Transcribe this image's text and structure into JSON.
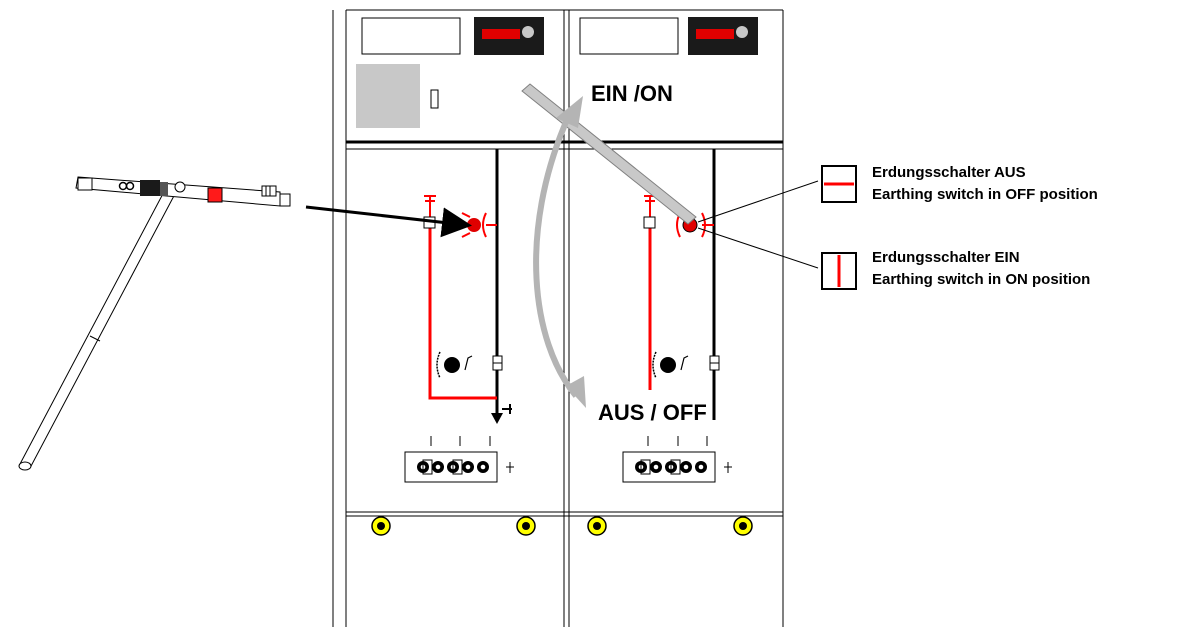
{
  "labels": {
    "on": "EIN /ON",
    "off": "AUS / OFF"
  },
  "legend": {
    "off_state": {
      "line1": "Erdungsschalter AUS",
      "line2": "Earthing switch in OFF position",
      "symbol_icon": "earthing-switch-off-icon"
    },
    "on_state": {
      "line1": "Erdungsschalter EIN",
      "line2": "Earthing switch in ON position",
      "symbol_icon": "earthing-switch-on-icon"
    }
  },
  "colors": {
    "circuit_active": "#ff0000",
    "indicator_red": "#e00000",
    "display_dark": "#1a1a1a",
    "lever_gray": "#c8c8c8",
    "arrow_gray": "#b4b4b4",
    "gray_panel": "#c8c8c8",
    "yellow_bolt": "#ffff00",
    "tool_red": "#ff1a1a"
  }
}
